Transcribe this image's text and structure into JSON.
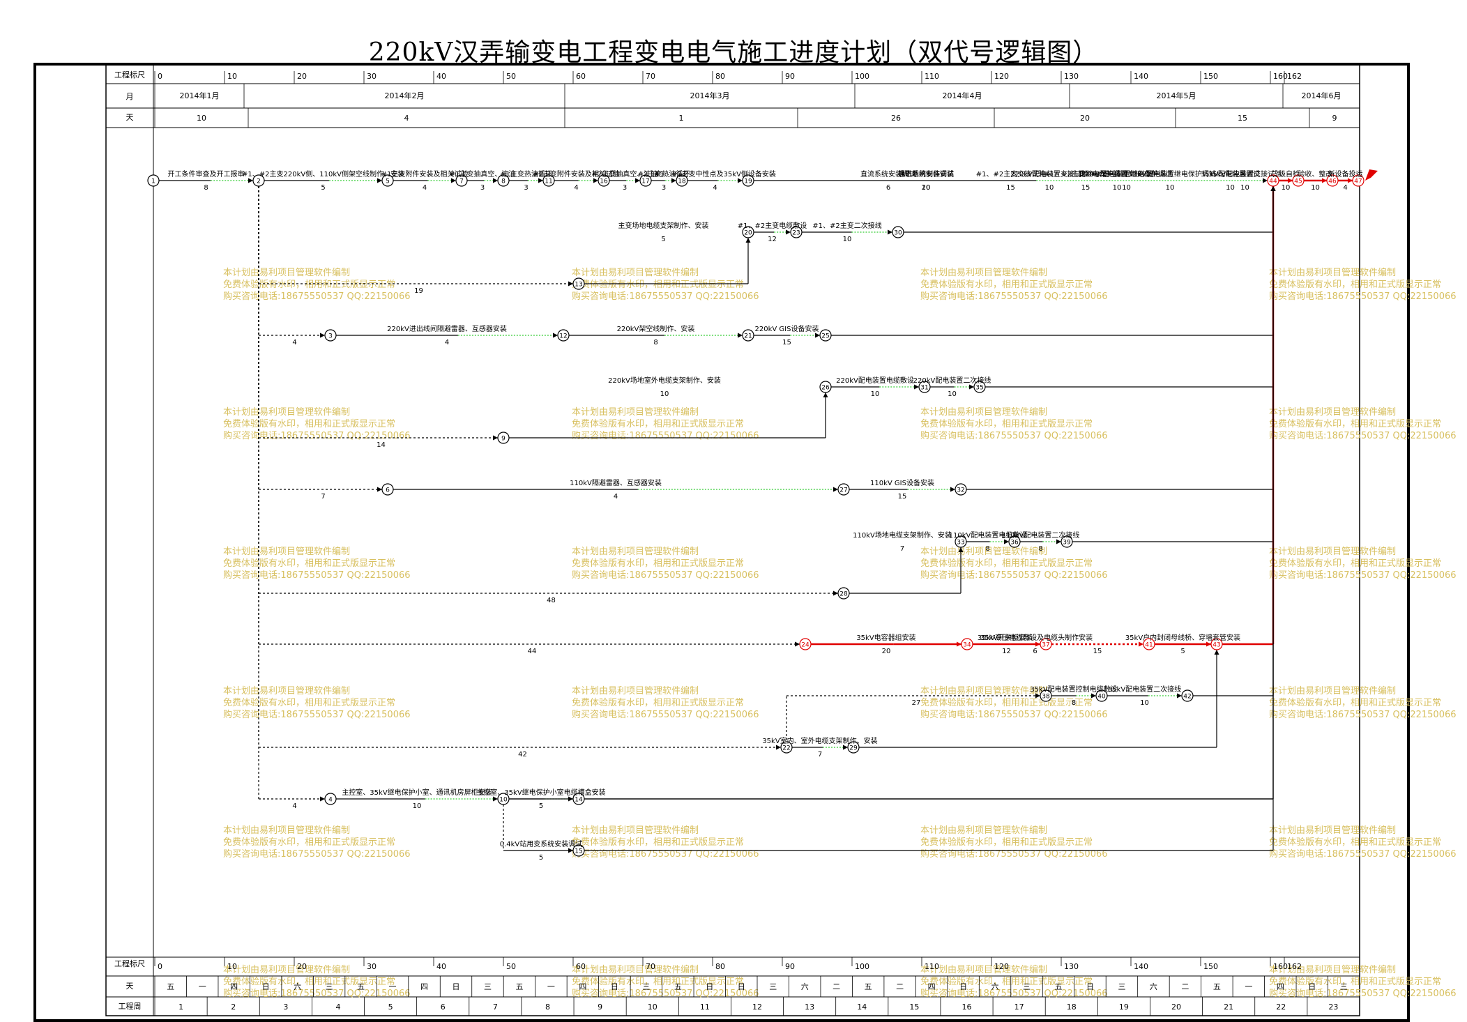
{
  "title": "220kV汉弄输变电工程变电电气施工进度计划（双代号逻辑图）",
  "scale": {
    "label": "工程标尺",
    "ticks": [
      0,
      10,
      20,
      30,
      40,
      50,
      60,
      70,
      80,
      90,
      100,
      110,
      120,
      130,
      140,
      150,
      160,
      162
    ]
  },
  "month_row": {
    "label": "月",
    "months": [
      "2014年1月",
      "2014年2月",
      "2014年3月",
      "2014年4月",
      "2014年5月",
      "2014年6月"
    ]
  },
  "day_row": {
    "label": "天",
    "values": [
      "10",
      "4",
      "1",
      "26",
      "20",
      "15",
      "9"
    ]
  },
  "bottom": {
    "day_label": "天",
    "week_label": "工程周",
    "weekdays": [
      "五",
      "一",
      "四",
      "日",
      "六",
      "三",
      "五",
      "一",
      "四",
      "日",
      "三",
      "五",
      "一",
      "四",
      "日",
      "三",
      "五",
      "日",
      "日",
      "三",
      "六",
      "二",
      "五",
      "二",
      "四",
      "日",
      "六",
      "三",
      "五",
      "日",
      "三",
      "六",
      "二",
      "五",
      "一",
      "四",
      "日",
      "三"
    ],
    "weeks": [
      "1",
      "2",
      "3",
      "4",
      "5",
      "6",
      "7",
      "8",
      "9",
      "10",
      "11",
      "12",
      "13",
      "14",
      "15",
      "16",
      "17",
      "18",
      "19",
      "20",
      "21",
      "22",
      "23"
    ]
  },
  "watermark": [
    "本计划由易利项目管理软件编制",
    "免费体验版有水印，相用和正式版显示正常",
    "购买咨询电话:18675550537 QQ:22150066"
  ],
  "colors": {
    "critical": "#e00000",
    "float": "#33cc33",
    "normal": "#000000",
    "watermark": "#d8c060"
  },
  "nodes": [
    "1",
    "2",
    "3",
    "4",
    "5",
    "6",
    "7",
    "8",
    "9",
    "10",
    "11",
    "12",
    "13",
    "14",
    "15",
    "16",
    "17",
    "18",
    "19",
    "20",
    "21",
    "22",
    "23",
    "24",
    "25",
    "26",
    "27",
    "28",
    "29",
    "30",
    "31",
    "32",
    "33",
    "34",
    "35",
    "36",
    "37",
    "38",
    "39",
    "40",
    "41",
    "42",
    "43",
    "44",
    "45",
    "46",
    "47"
  ],
  "activities": [
    {
      "from": "1",
      "to": "2",
      "name": "开工条件审查及开工报审",
      "dur": "8"
    },
    {
      "from": "2",
      "to": "5",
      "name": "#1、#2主变220kV侧、110kV侧架空线制作、安装",
      "dur": "5"
    },
    {
      "from": "5",
      "to": "7",
      "name": "#1主变附件安装及相关试验",
      "dur": "4"
    },
    {
      "from": "7",
      "to": "8",
      "name": "#1主变抽真空、注油",
      "dur": "3"
    },
    {
      "from": "8",
      "to": "11",
      "name": "#1主变热油循环",
      "dur": "3"
    },
    {
      "from": "11",
      "to": "16",
      "name": "#2主变附件安装及相关试验",
      "dur": "4"
    },
    {
      "from": "16",
      "to": "17",
      "name": "#2主变抽真空、注油",
      "dur": "3"
    },
    {
      "from": "17",
      "to": "18",
      "name": "#2主变热油循环",
      "dur": "3"
    },
    {
      "from": "18",
      "to": "19",
      "name": "#1、#2主变中性点及35kV侧设备安装",
      "dur": "4"
    },
    {
      "from": "19",
      "to": "44",
      "name": "#1、#2主变交接试验",
      "dur": "15"
    },
    {
      "from": "20",
      "to": "23",
      "name": "#1、#2主变电缆敷设",
      "dur": "12"
    },
    {
      "from": "23",
      "to": "30",
      "name": "#1、#2主变二次接线",
      "dur": "10"
    },
    {
      "from": "30",
      "to": "44",
      "name": "#1、#2主变继电保护调试",
      "dur": "15"
    },
    {
      "from": "13",
      "to": "20",
      "name": "主变场地电缆支架制作、安装",
      "dur": "5"
    },
    {
      "from": "2",
      "to": "13",
      "name": "",
      "dur": "19"
    },
    {
      "from": "2",
      "to": "3",
      "name": "",
      "dur": "4"
    },
    {
      "from": "3",
      "to": "12",
      "name": "220kV进出线间隔避雷器、互感器安装",
      "dur": "4"
    },
    {
      "from": "12",
      "to": "21",
      "name": "220kV架空线制作、安装",
      "dur": "8"
    },
    {
      "from": "21",
      "to": "25",
      "name": "220kV GIS设备安装",
      "dur": "15"
    },
    {
      "from": "25",
      "to": "44",
      "name": "220kV配电装置交接试验",
      "dur": "10"
    },
    {
      "from": "26",
      "to": "31",
      "name": "220kV配电装置电缆敷设",
      "dur": "10"
    },
    {
      "from": "31",
      "to": "35",
      "name": "220kV配电装置二次接线",
      "dur": "10"
    },
    {
      "from": "35",
      "to": "44",
      "name": "220kV配电装置继电保护调试",
      "dur": "10"
    },
    {
      "from": "2",
      "to": "9",
      "name": "",
      "dur": "14"
    },
    {
      "from": "9",
      "to": "26",
      "name": "220kV场地室外电缆支架制作、安装",
      "dur": "10"
    },
    {
      "from": "2",
      "to": "6",
      "name": "",
      "dur": "7"
    },
    {
      "from": "6",
      "to": "27",
      "name": "110kV隔避雷器、互感器安装",
      "dur": "4"
    },
    {
      "from": "27",
      "to": "32",
      "name": "110kV GIS设备安装",
      "dur": "15"
    },
    {
      "from": "32",
      "to": "44",
      "name": "110kV配电装置交接试验",
      "dur": "10"
    },
    {
      "from": "33",
      "to": "36",
      "name": "110kV配电装置电缆敷设",
      "dur": "8"
    },
    {
      "from": "36",
      "to": "39",
      "name": "110kV配电装置二次接线",
      "dur": "8"
    },
    {
      "from": "39",
      "to": "44",
      "name": "110kV配电装置继电保护调试",
      "dur": "10"
    },
    {
      "from": "2",
      "to": "28",
      "name": "",
      "dur": "48"
    },
    {
      "from": "28",
      "to": "33",
      "name": "110kV场地电缆支架制作、安装",
      "dur": "7"
    },
    {
      "from": "2",
      "to": "24",
      "name": "",
      "dur": "44"
    },
    {
      "from": "24",
      "to": "34",
      "name": "35kV电容器组安装",
      "dur": "20"
    },
    {
      "from": "34",
      "to": "37",
      "name": "35kV开关柜安装",
      "dur": "12"
    },
    {
      "from": "37",
      "to": "41",
      "name": "",
      "dur": "15"
    },
    {
      "from": "41",
      "to": "43",
      "name": "35kV户内封闭母线桥、穿墙套管安装",
      "dur": "5"
    },
    {
      "from": "43",
      "to": "44",
      "name": "35kV配电装置交接试验",
      "dur": "10"
    },
    {
      "from": "38",
      "to": "40",
      "name": "35kV配电装置控制电缆敷设",
      "dur": "8"
    },
    {
      "from": "40",
      "to": "42",
      "name": "35kV配电装置二次接线",
      "dur": "10"
    },
    {
      "from": "42",
      "to": "44",
      "name": "35kV配电装置调试",
      "dur": "10"
    },
    {
      "from": "22",
      "to": "38",
      "name": "",
      "dur": "27"
    },
    {
      "from": "22",
      "to": "29",
      "name": "35kV室内、室外电缆支架制作、安装",
      "dur": "7"
    },
    {
      "from": "29",
      "to": "43",
      "name": "35kV高压电缆敷设及电缆头制作安装",
      "dur": "6"
    },
    {
      "from": "2",
      "to": "22",
      "name": "",
      "dur": "42"
    },
    {
      "from": "2",
      "to": "4",
      "name": "",
      "dur": "4"
    },
    {
      "from": "4",
      "to": "10",
      "name": "主控室、35kV继电保护小室、通讯机房屏柜安装",
      "dur": "10"
    },
    {
      "from": "10",
      "to": "14",
      "name": "主控室、35kV继电保护小室电缆槽盒安装",
      "dur": "5"
    },
    {
      "from": "14",
      "to": "44",
      "name": "静态地网制作安装",
      "dur": "20"
    },
    {
      "from": "10",
      "to": "15",
      "name": "0.4kV站用变系统安装调试",
      "dur": "5"
    },
    {
      "from": "15",
      "to": "44",
      "name": "通讯系统安装调试",
      "dur": "10"
    },
    {
      "from": "10",
      "to": "44",
      "name": "直流系统安装调试",
      "dur": "6"
    },
    {
      "from": "44",
      "to": "45",
      "name": "三级自检",
      "dur": "10"
    },
    {
      "from": "45",
      "to": "46",
      "name": "验收、整改",
      "dur": "10"
    },
    {
      "from": "46",
      "to": "47",
      "name": "新设备投运",
      "dur": "4"
    }
  ]
}
